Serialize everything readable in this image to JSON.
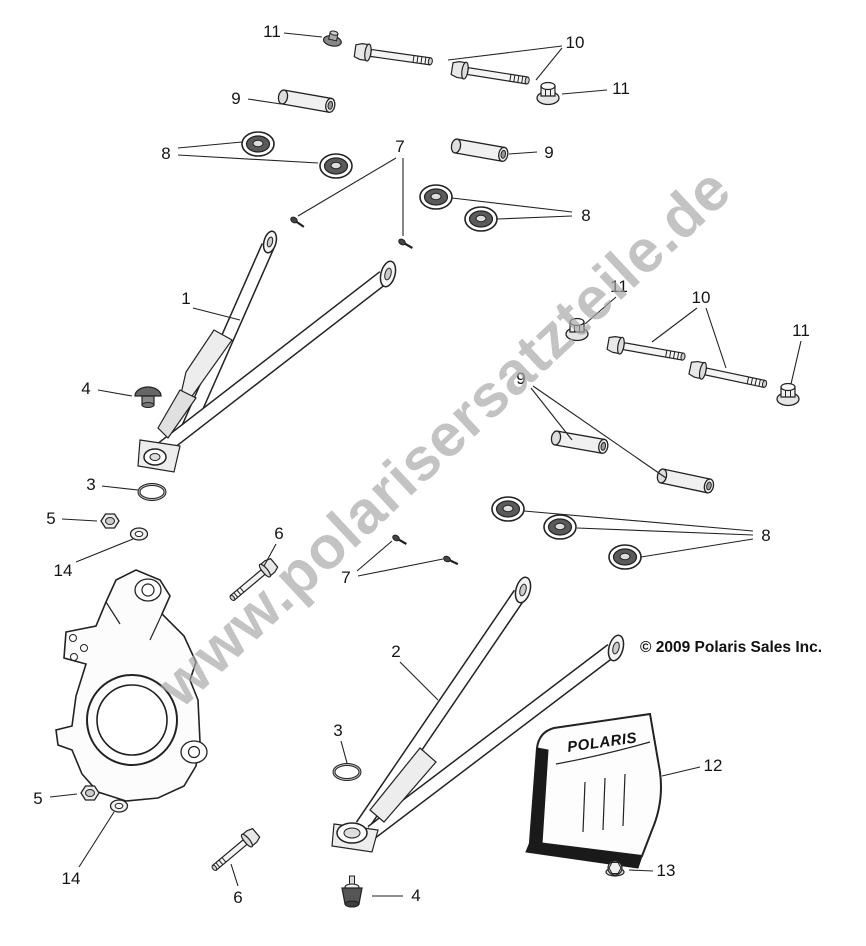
{
  "watermark": "www.polarisersatzteile.de",
  "copyright": "© 2009 Polaris Sales Inc.",
  "brand": "POLARIS",
  "callouts": {
    "c1": "1",
    "c2": "2",
    "c3": "3",
    "c4": "4",
    "c5": "5",
    "c6": "6",
    "c7": "7",
    "c8": "8",
    "c9": "9",
    "c10": "10",
    "c11": "11",
    "c12": "12",
    "c13": "13",
    "c14": "14"
  }
}
